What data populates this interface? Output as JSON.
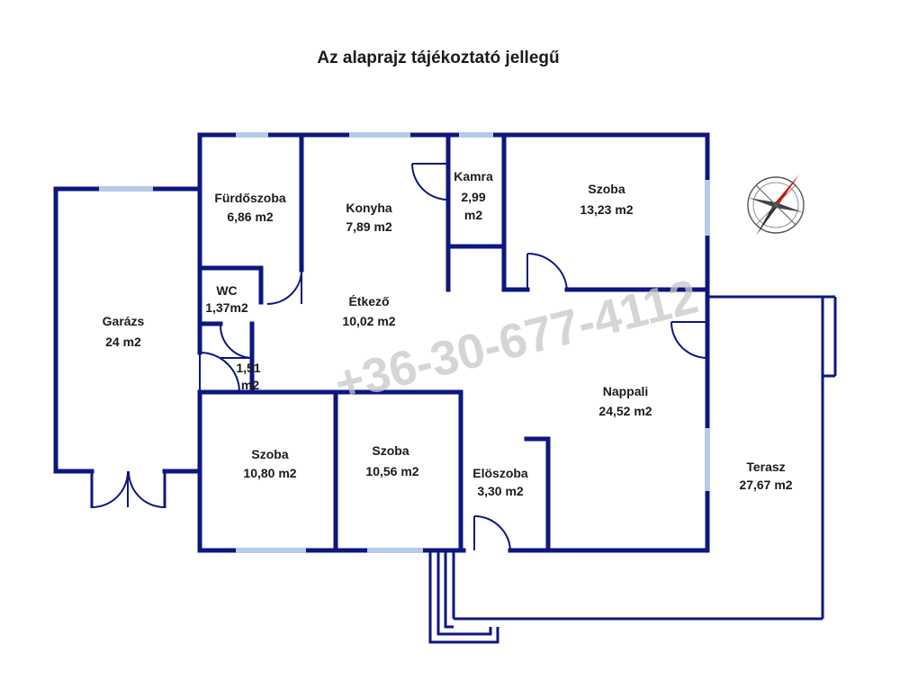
{
  "title": "Az alaprajz tájékoztató jellegű",
  "watermark": "+36-30-677-4112",
  "rooms": [
    {
      "id": "furdoszoba",
      "name": "Fürdőszoba",
      "area": "6,86 m2"
    },
    {
      "id": "konyha",
      "name": "Konyha",
      "area": "7,89 m2"
    },
    {
      "id": "kamra",
      "name": "Kamra",
      "area1": "2,99",
      "area2": "m2"
    },
    {
      "id": "szoba-ne",
      "name": "Szoba",
      "area": "13,23 m2"
    },
    {
      "id": "wc",
      "name": "WC",
      "area": "1,37m2"
    },
    {
      "id": "etkezo",
      "name": "Étkező",
      "area": "10,02 m2"
    },
    {
      "id": "garazs",
      "name": "Garázs",
      "area": "24 m2"
    },
    {
      "id": "kozlekedo",
      "area1": "1,51",
      "area2": "m2"
    },
    {
      "id": "nappali",
      "name": "Nappali",
      "area": "24,52 m2"
    },
    {
      "id": "szoba-sw",
      "name": "Szoba",
      "area": "10,80 m2"
    },
    {
      "id": "szoba-s",
      "name": "Szoba",
      "area": "10,56 m2"
    },
    {
      "id": "eloszoba",
      "name": "Elöszoba",
      "area": "3,30 m2"
    },
    {
      "id": "terasz",
      "name": "Terasz",
      "area": "27,67 m2"
    }
  ],
  "colors": {
    "wall": "#0d1780",
    "window": "#b5cbe6",
    "compass_red": "#cc1111",
    "watermark": "#c8c8c8"
  },
  "icons": [
    "compass-icon"
  ]
}
